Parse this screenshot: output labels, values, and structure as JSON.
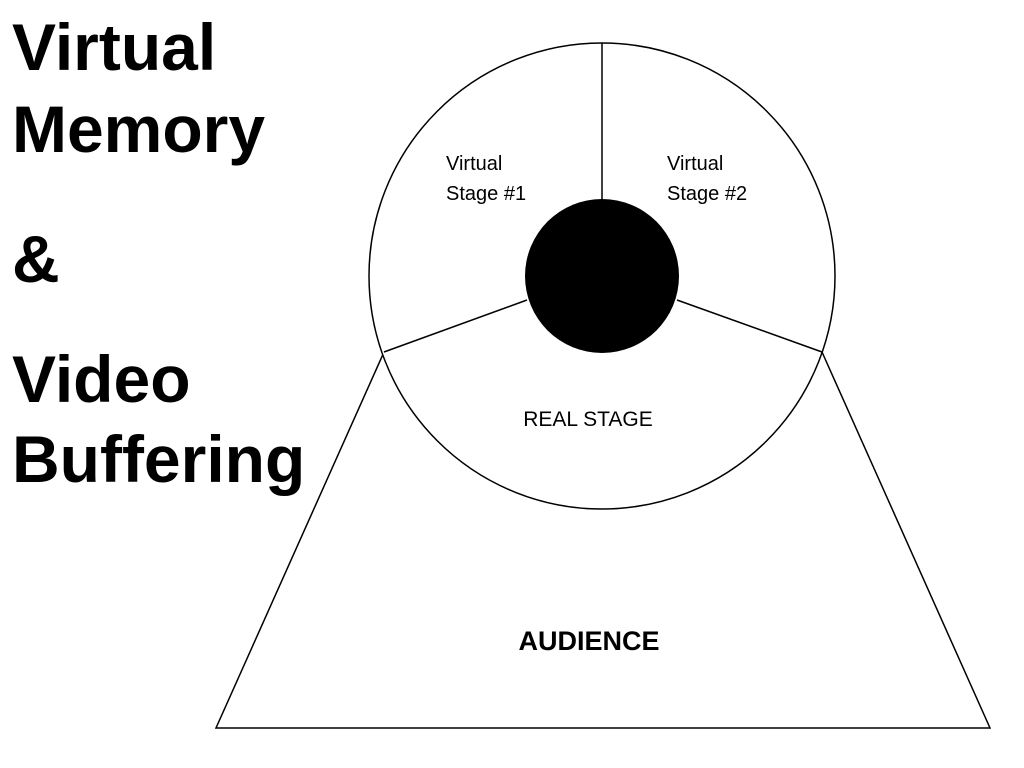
{
  "title": {
    "line1": "Virtual",
    "line2": "Memory",
    "line3": "&",
    "line4": "Video",
    "line5": "Buffering"
  },
  "diagram": {
    "virtual_stage_1": {
      "line1": "Virtual",
      "line2": "Stage #1"
    },
    "virtual_stage_2": {
      "line1": "Virtual",
      "line2": "Stage #2"
    },
    "real_stage": "REAL STAGE",
    "audience": "AUDIENCE",
    "colors": {
      "stroke": "#000000",
      "center_fill": "#000000",
      "background": "#ffffff"
    }
  }
}
